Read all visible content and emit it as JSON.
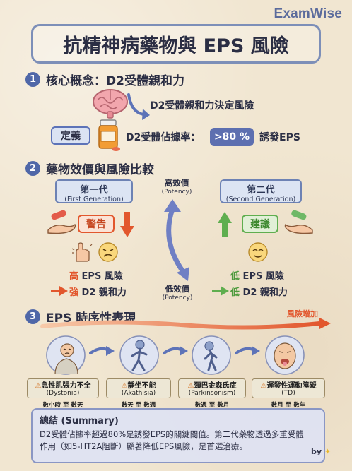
{
  "brand": "ExamWise",
  "title": "抗精神病藥物與 EPS 風險",
  "section1": {
    "num": "1",
    "heading": "核心概念：D2受體親和力",
    "note": "D2受體親和力決定風險",
    "define_label": "定義",
    "occupancy_text": "D2受體佔據率：",
    "threshold": ">80 %",
    "induces": "誘發EPS"
  },
  "section2": {
    "num": "2",
    "heading": "藥物效價與風險比較",
    "first_gen": {
      "title": "第一代",
      "subtitle": "(First Generation)"
    },
    "second_gen": {
      "title": "第二代",
      "subtitle": "(Second Generation)"
    },
    "high_potency": {
      "line1": "高效價",
      "line2": "(Potency)"
    },
    "low_potency": {
      "line1": "低效價",
      "line2": "(Potency)"
    },
    "warning_label": "警告",
    "suggest_label": "建議",
    "first_risk": {
      "level": "高",
      "rest": " EPS 風險"
    },
    "first_affinity": {
      "level": "強",
      "rest": " D2 親和力"
    },
    "second_risk": {
      "level": "低",
      "rest": " EPS 風險"
    },
    "second_affinity": {
      "level": "低",
      "rest": " D2 親和力"
    }
  },
  "section3": {
    "num": "3",
    "heading": "EPS 時序性表現",
    "risk_increase": "風險增加",
    "stages": [
      {
        "name": "急性肌張力不全",
        "english": "(Dystonia)",
        "time": "數小時 至 數天"
      },
      {
        "name": "靜坐不能",
        "english": "(Akathisia)",
        "time": "數天 至 數週"
      },
      {
        "name": "類巴金森氏症",
        "english": "(Parkinsonism)",
        "time": "數週 至 數月"
      },
      {
        "name": "遲發性運動障礙",
        "english": "(TD)",
        "time": "數月 至 數年"
      }
    ]
  },
  "summary": {
    "title": "總結 (Summary)",
    "body": "D2受體佔據率超過80%是誘發EPS的關鍵閾值。第二代藥物透過多重受體作用（如5-HT2A阻斷）顯著降低EPS風險，是首選治療。"
  },
  "footer": {
    "by": "by"
  },
  "colors": {
    "accent": "#4f67a8",
    "danger": "#e2572d",
    "safe": "#5fae4f",
    "potency_arrow": "#6f7fc4"
  }
}
